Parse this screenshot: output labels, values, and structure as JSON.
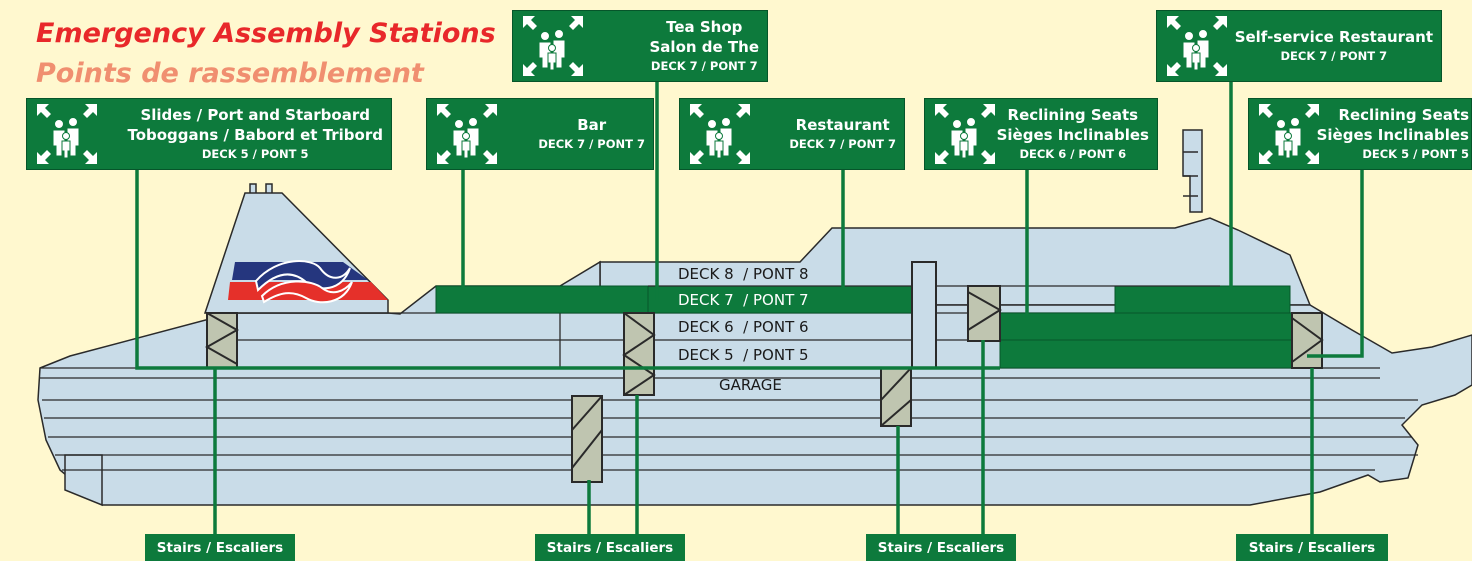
{
  "title": {
    "en": "Emergency Assembly Stations",
    "fr": "Points de rassemblement"
  },
  "colors": {
    "background": "#FFF8CF",
    "sign_green": "#0D7A3C",
    "title_en": "#E8282A",
    "title_fr": "#F08F70",
    "hull": "#C9DCE8"
  },
  "icon": "assembly-point-icon",
  "stations": [
    {
      "l1": "Slides / Port and Starboard",
      "l2": "Toboggans / Babord et Tribord",
      "l3": "DECK 5 / PONT 5"
    },
    {
      "l1": "Bar",
      "l2": "",
      "l3": "DECK 7 / PONT 7"
    },
    {
      "l1": "Tea Shop",
      "l2": "Salon de The",
      "l3": "DECK 7 / PONT 7"
    },
    {
      "l1": "Restaurant",
      "l2": "",
      "l3": "DECK 7 / PONT 7"
    },
    {
      "l1": "Reclining Seats",
      "l2": "Sièges Inclinables",
      "l3": "DECK 6 / PONT 6"
    },
    {
      "l1": "Self-service Restaurant",
      "l2": "",
      "l3": "DECK 7 / PONT 7"
    },
    {
      "l1": "Reclining Seats",
      "l2": "Sièges Inclinables",
      "l3": "DECK 5 / PONT 5"
    }
  ],
  "decks": [
    "DECK 8  / PONT 8",
    "DECK 7  / PONT 7",
    "DECK 6  / PONT 6",
    "DECK 5  / PONT 5",
    "GARAGE"
  ],
  "stairs_label": "Stairs / Escaliers"
}
